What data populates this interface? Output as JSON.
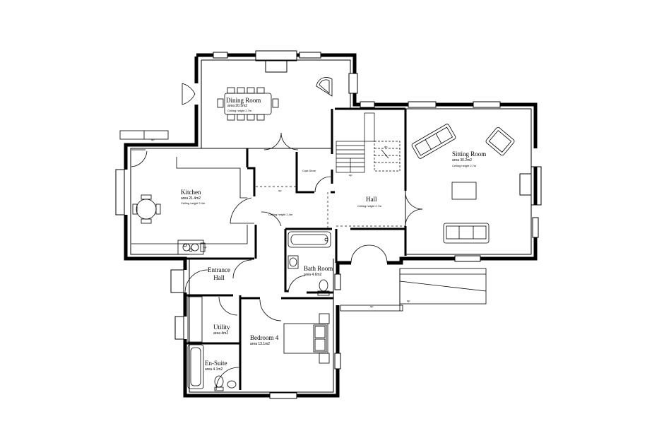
{
  "rooms": {
    "dining": {
      "name": "Dining Room",
      "area": "area 20.5m2",
      "ceiling": "Ceiling height 2.7m"
    },
    "sitting": {
      "name": "Sitting Room",
      "area": "area 30.2m2",
      "ceiling": "Ceiling height 2.7m"
    },
    "kitchen": {
      "name": "Kitchen",
      "area": "area 21.4m2",
      "ceiling": "Ceiling height 2.4m"
    },
    "coat_store": {
      "name": "Coat Store"
    },
    "hall": {
      "name": "Hall",
      "ceiling": "Ceiling height 2.7m"
    },
    "corridor": {
      "ceiling": "Ceiling height 2.4m"
    },
    "entrance_hall": {
      "name_line1": "Entrance",
      "name_line2": "Hall"
    },
    "bath": {
      "name": "Bath Room",
      "area": "area 4.6m2"
    },
    "utility": {
      "name": "Utility",
      "area": "area 4m2"
    },
    "bedroom4": {
      "name": "Bedroom 4",
      "area": "area 13.1m2"
    },
    "ensuite": {
      "name": "En-Suite",
      "area": "area 4.1m2"
    }
  },
  "markers": {
    "up": "up",
    "down": "dn"
  },
  "colors": {
    "wall": "#000000",
    "background": "#ffffff"
  }
}
